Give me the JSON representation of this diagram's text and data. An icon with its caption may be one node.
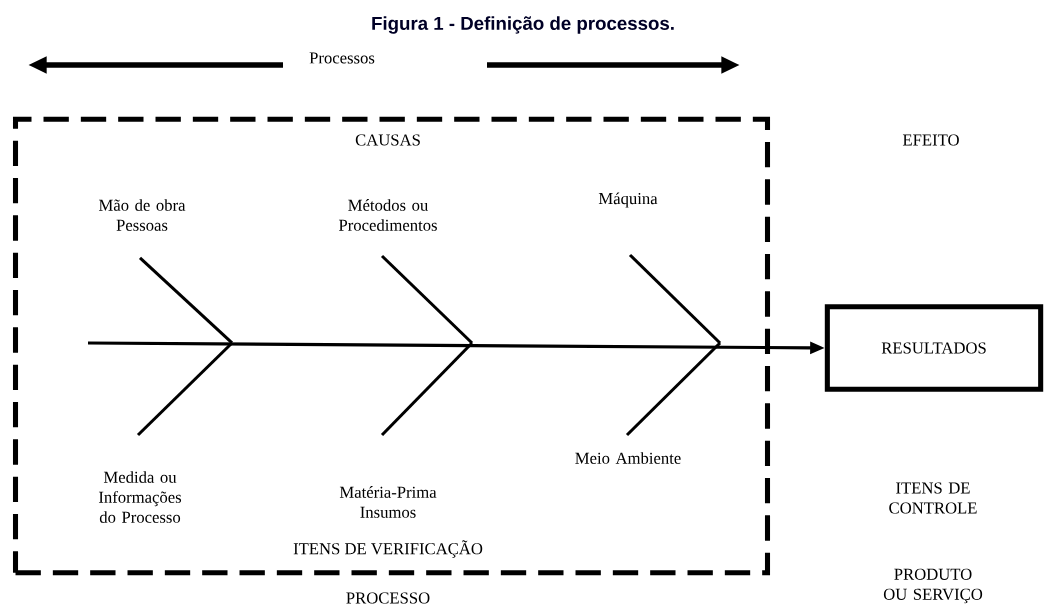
{
  "diagram": {
    "title": "Figura 1 - Definição de processos.",
    "nodes": [
      {
        "text": [
          "CAUSAS",
          "ITENS DE VERIFICAÇÃO",
          "PROCESSO"
        ]
      },
      {
        "text": [
          "Mão de obra Pessoas"
        ],
        "in": 0
      },
      {
        "text": [
          "Métodos ou Procedimentos"
        ],
        "in": 0
      },
      {
        "text": [
          "Máquina"
        ],
        "in": 0
      },
      {
        "text": [
          "Medida ou Informações do Processo"
        ],
        "in": 0
      },
      {
        "text": [
          "Matéria-Prima Insumos"
        ],
        "in": 0
      },
      {
        "text": [
          "Meio Ambiente"
        ],
        "in": 0
      },
      {
        "text": [
          "RESULTADOS"
        ]
      }
    ],
    "edges": [
      {
        "from": null,
        "to": 7,
        "arrow": "to"
      }
    ],
    "labels": [
      "Processos",
      "EFEITO",
      "ITENS DE CONTROLE",
      "PRODUTO OU SERVIÇO"
    ]
  }
}
